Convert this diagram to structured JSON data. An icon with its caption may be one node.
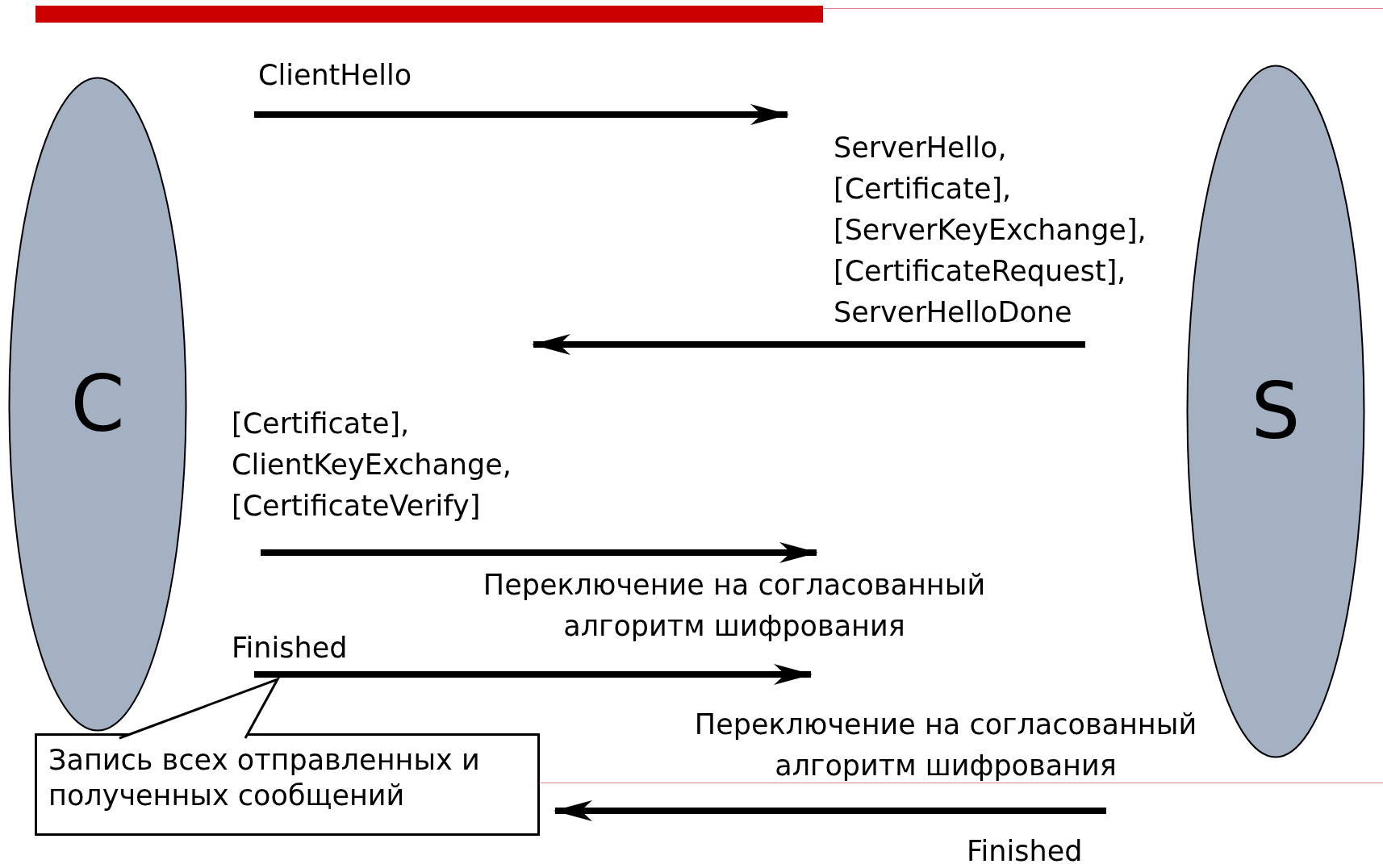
{
  "diagram": {
    "nodes": [
      {
        "text": [
          "C"
        ]
      },
      {
        "text": [
          "S"
        ]
      },
      {
        "text": [
          "Запись всех отправленных и полученных сообщений"
        ]
      }
    ],
    "labels": [
      "ClientHello",
      "ServerHello, [Certificate], [ServerKeyExchange], [CertificateRequest], ServerHelloDone",
      "[Certificate], ClientKeyExchange, [CertificateVerify]",
      "Переключение на согласованный алгоритм шифрования",
      "Finished",
      "Переключение на согласованный алгоритм шифрования",
      "Finished"
    ]
  }
}
